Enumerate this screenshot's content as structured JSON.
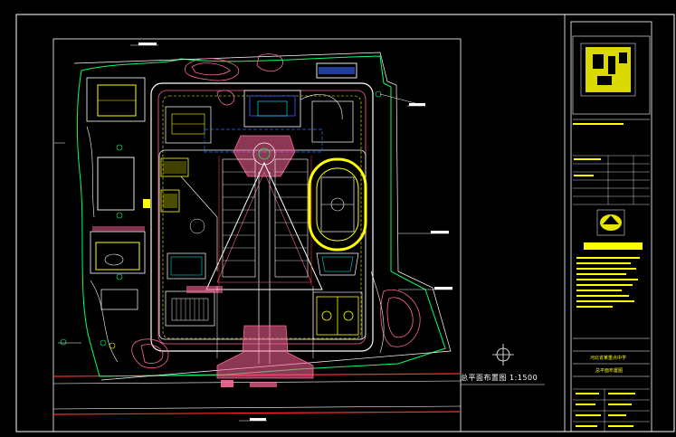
{
  "drawing": {
    "caption": "总平面布置图 1:1500"
  },
  "title_block": {
    "school_name": "河北省某重点中学",
    "sheet_name": "总平面布置图"
  },
  "colors": {
    "background": "#000000",
    "frame": "#ffffff",
    "road": "#ffffff",
    "green": "#00ff66",
    "red": "#ff2a2a",
    "pink": "#ff6699",
    "yellow": "#ffff00",
    "cyan": "#00ffff",
    "blue": "#3366ff",
    "magenta": "#ff33cc"
  },
  "icons": [
    "north-arrow-icon",
    "school-emblem-icon"
  ]
}
